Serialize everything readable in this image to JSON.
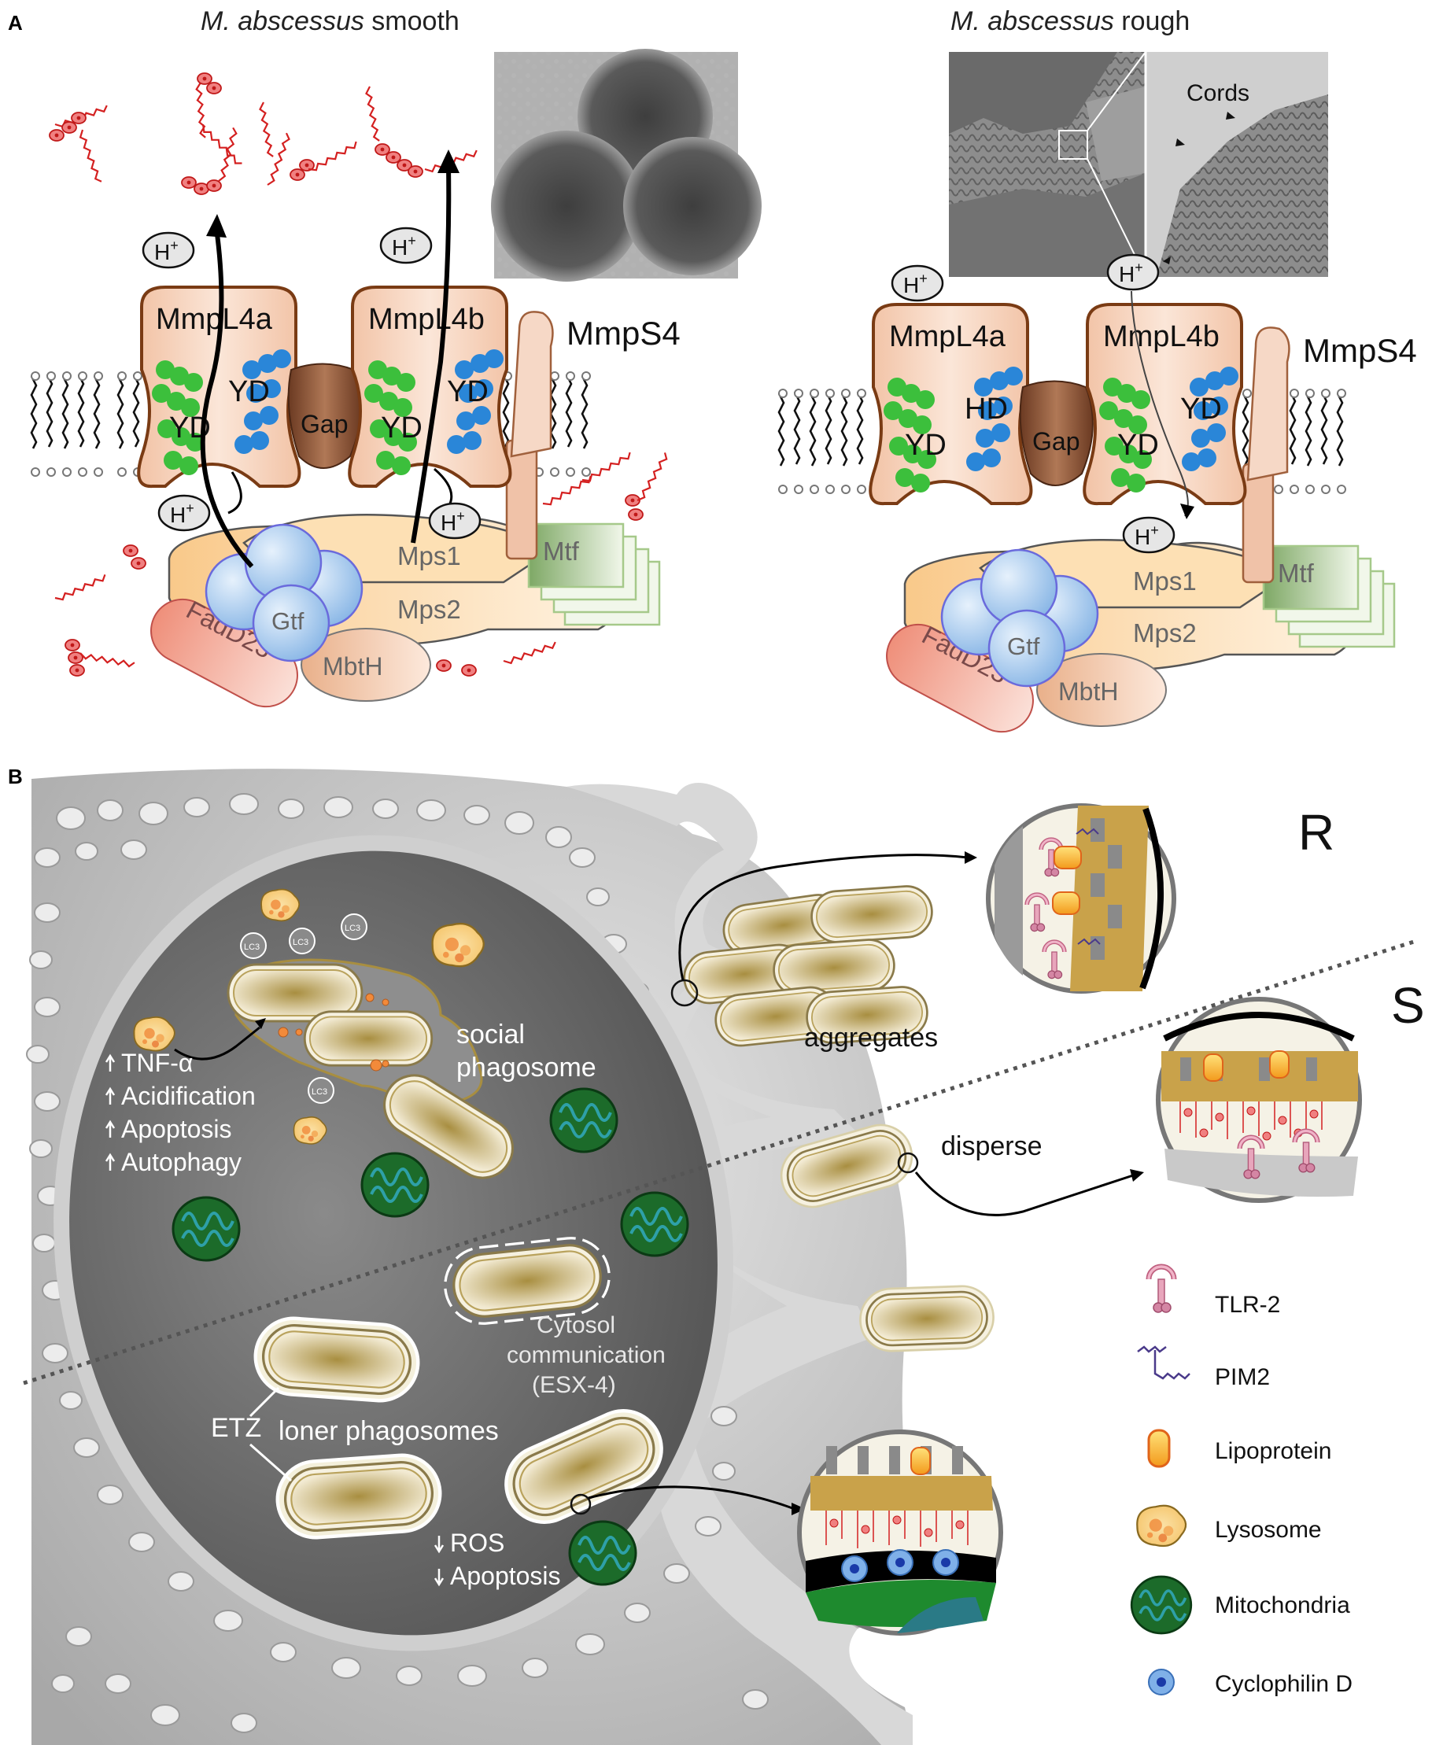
{
  "panel_a": {
    "letter": "A",
    "smooth_title_italic": "M. abscessus",
    "smooth_title_plain": " smooth",
    "rough_title_italic": "M. abscessus",
    "rough_title_plain": " rough",
    "cords_label": "Cords",
    "proton_label": "H",
    "proton_sup": "+",
    "mmpl4a": "MmpL4a",
    "mmpl4b": "MmpL4b",
    "mmps4": "MmpS4",
    "yd": "YD",
    "hd": "HD",
    "gap": "Gap",
    "mps1": "Mps1",
    "mps2": "Mps2",
    "mtf": "Mtf",
    "gtf": "Gtf",
    "fadd23": "FadD23",
    "mbth": "MbtH"
  },
  "panel_b": {
    "letter": "B",
    "label_R": "R",
    "label_S": "S",
    "lc3": "LC3",
    "social_1": "social",
    "social_2": "phagosome",
    "effects_up": [
      "TNF-α",
      "Acidification",
      "Apoptosis",
      "Autophagy"
    ],
    "aggregates": "aggregates",
    "disperse": "disperse",
    "cytosol_1": "Cytosol",
    "cytosol_2": "communication",
    "cytosol_3": "(ESX-4)",
    "etz": "ETZ",
    "loner": "loner phagosomes",
    "effects_down": [
      "ROS",
      "Apoptosis"
    ]
  },
  "legend": [
    {
      "label": "TLR-2",
      "icon": "tlr2-icon"
    },
    {
      "label": "PIM2",
      "icon": "pim2-icon"
    },
    {
      "label": "Lipoprotein",
      "icon": "lipoprotein-icon"
    },
    {
      "label": "Lysosome",
      "icon": "lysosome-icon"
    },
    {
      "label": "Mitochondria",
      "icon": "mitochondria-icon"
    },
    {
      "label": "Cyclophilin D",
      "icon": "cyclophilin-d-icon"
    }
  ],
  "colors": {
    "gpl_red": "#d42020",
    "transporter_fill": "#f5cdb5",
    "transporter_stroke": "#7a3b14",
    "yd_green": "#3cbf3c",
    "yd_blue": "#2a86d8",
    "gap_brown": "#8a5236",
    "mps_peach": "#fcd9a6",
    "gtf_blue": "#9cc4ee",
    "mtf_green": "#a6c98a",
    "fadd23_salmon": "#f2a594",
    "cell_gray": "#c9c9c9",
    "phagosome_dark": "#6e6e6e",
    "bacterium_tan": "#c8ae62",
    "mito_green": "#1c6b2a"
  }
}
